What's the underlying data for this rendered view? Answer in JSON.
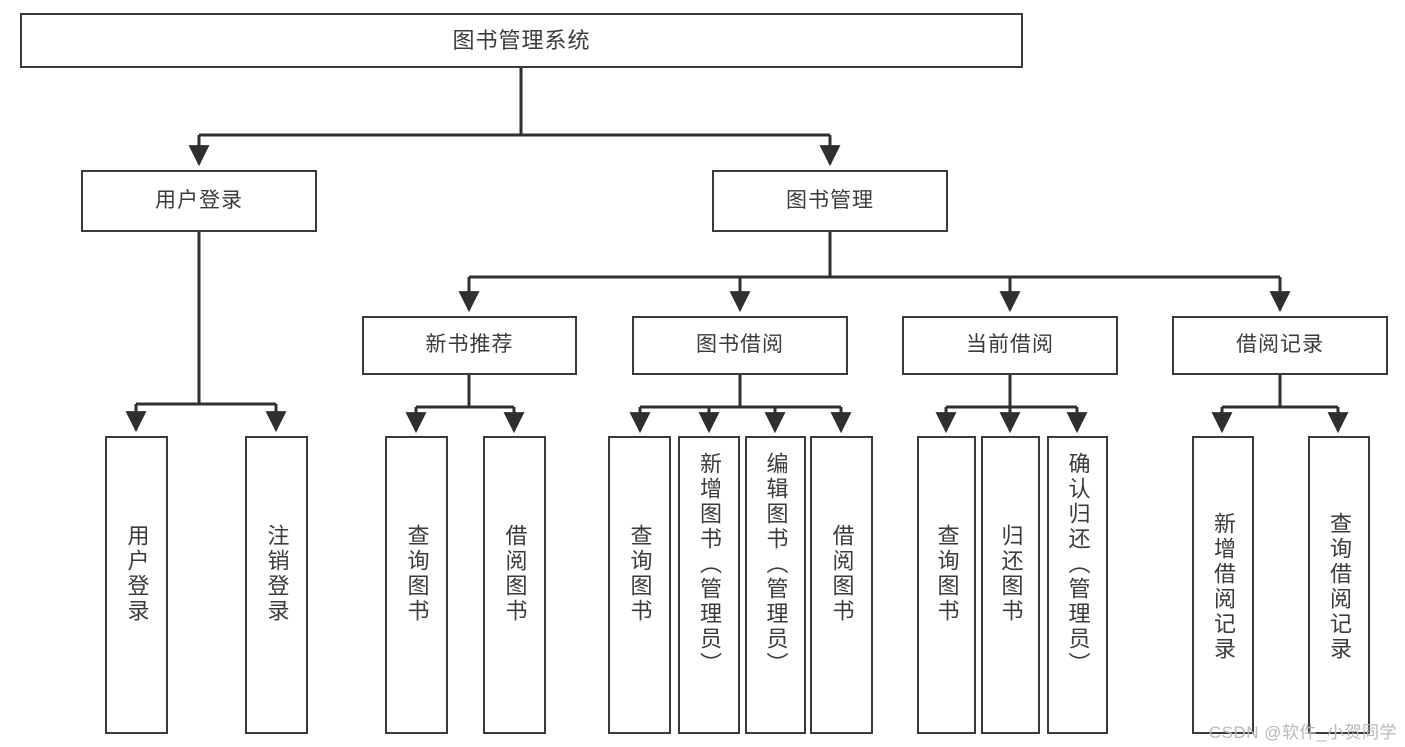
{
  "diagram": {
    "title": "图书管理系统",
    "type": "tree-hierarchy",
    "watermark": "CSDN @软件_小贺同学",
    "colors": {
      "background": "#ffffff",
      "box_border": "#3a3a3a",
      "box_fill": "#ffffff",
      "text": "#3b3b3b",
      "edge": "#2f2f2f",
      "watermark": "#b9b9b9"
    },
    "root": {
      "label": "图书管理系统"
    },
    "level1": [
      {
        "label": "用户登录"
      },
      {
        "label": "图书管理"
      }
    ],
    "level2": [
      {
        "label": "新书推荐"
      },
      {
        "label": "图书借阅"
      },
      {
        "label": "当前借阅"
      },
      {
        "label": "借阅记录"
      }
    ],
    "leaves": {
      "user_login": [
        {
          "label": "用户登录"
        },
        {
          "label": "注销登录"
        }
      ],
      "new_book_recommend": [
        {
          "label": "查询图书"
        },
        {
          "label": "借阅图书"
        }
      ],
      "book_borrow": [
        {
          "label": "查询图书"
        },
        {
          "label": "新增图书（管理员）"
        },
        {
          "label": "编辑图书（管理员）"
        },
        {
          "label": "借阅图书"
        }
      ],
      "current_borrow": [
        {
          "label": "查询图书"
        },
        {
          "label": "归还图书"
        },
        {
          "label": "确认归还（管理员）"
        }
      ],
      "borrow_record": [
        {
          "label": "新增借阅记录"
        },
        {
          "label": "查询借阅记录"
        }
      ]
    }
  }
}
